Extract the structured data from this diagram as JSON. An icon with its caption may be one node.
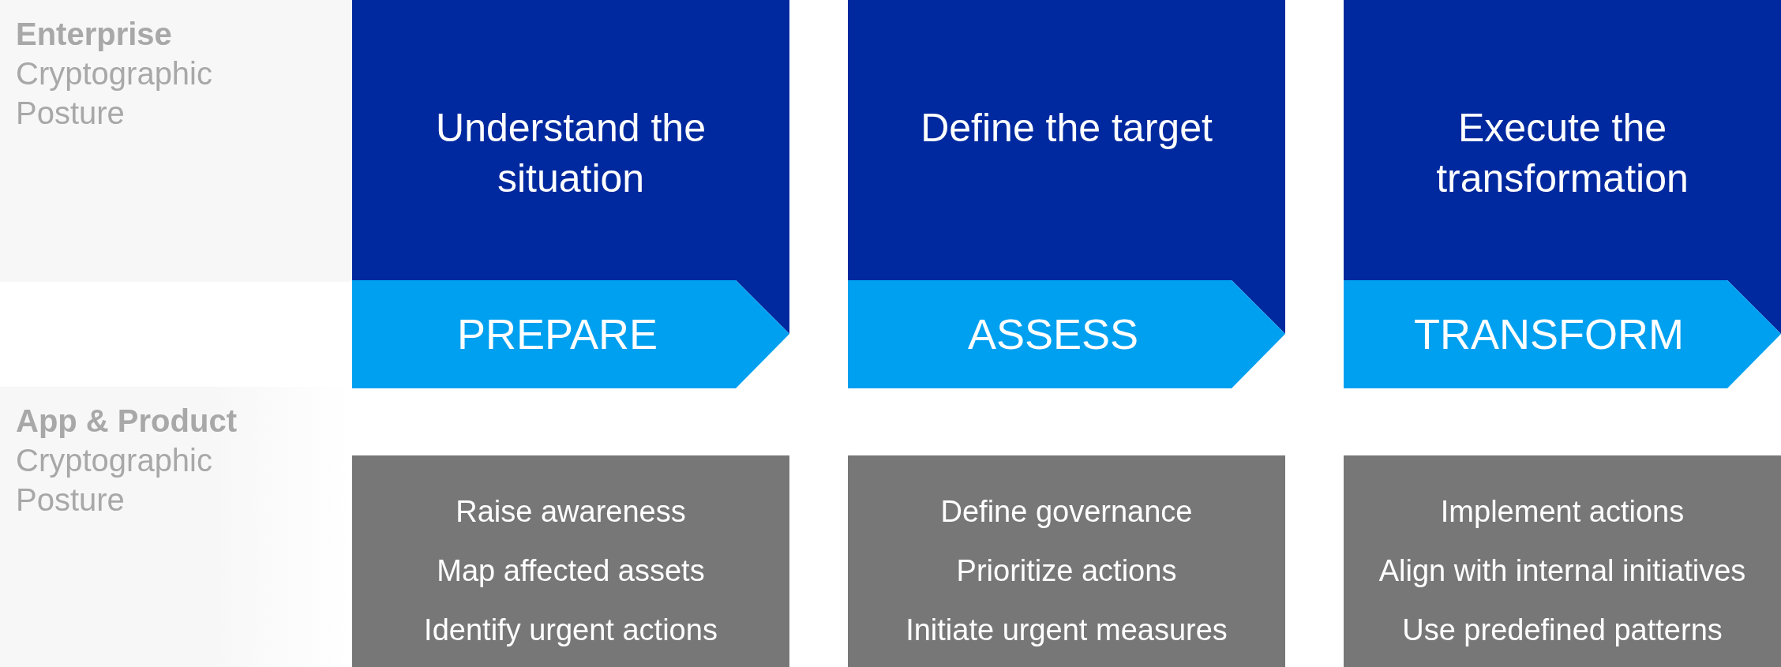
{
  "diagram": {
    "nodes": [
      {
        "text": [
          "Enterprise",
          "Cryptographic Posture"
        ]
      },
      {
        "text": [
          "App & Product",
          "Cryptographic Posture"
        ]
      },
      {
        "text": [
          "Understand the situation"
        ]
      },
      {
        "text": [
          "PREPARE"
        ]
      },
      {
        "text": [
          "Raise awareness",
          "Map affected assets",
          "Identify urgent actions"
        ]
      },
      {
        "text": [
          "Define the target"
        ]
      },
      {
        "text": [
          "ASSESS"
        ]
      },
      {
        "text": [
          "Define governance",
          "Prioritize actions",
          "Initiate urgent measures"
        ]
      },
      {
        "text": [
          "Execute the transformation"
        ]
      },
      {
        "text": [
          "TRANSFORM"
        ]
      },
      {
        "text": [
          "Implement actions",
          "Align with internal initiatives",
          "Use predefined patterns"
        ]
      }
    ],
    "edges": []
  }
}
